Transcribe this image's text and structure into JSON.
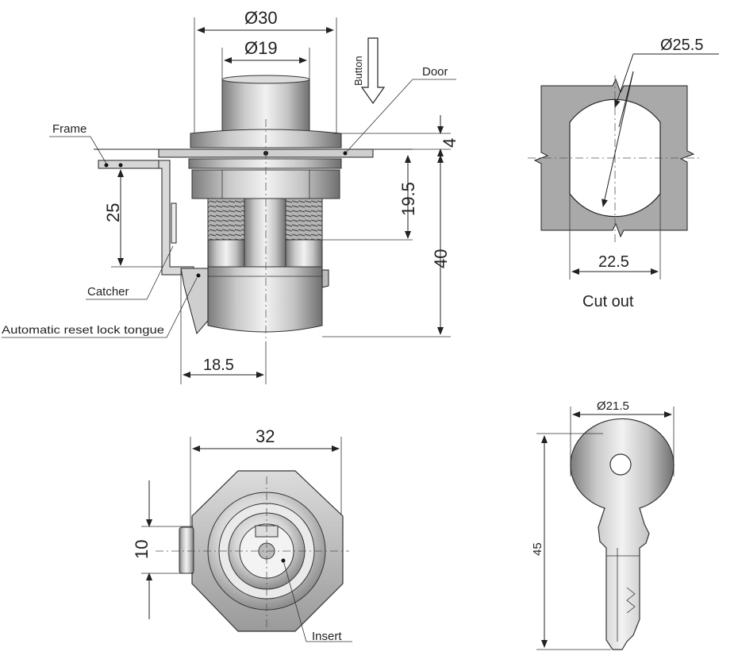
{
  "dimensions": {
    "outer_diameter": "Ø30",
    "inner_diameter": "Ø19",
    "door_thickness": "4",
    "thread_length": "19.5",
    "body_height": "40",
    "frame_distance": "25",
    "tongue_offset": "18.5",
    "cutout_diameter": "Ø25.5",
    "cutout_width": "22.5",
    "front_width": "32",
    "front_slot": "10",
    "key_bow_diameter": "Ø21.5",
    "key_length": "45"
  },
  "labels": {
    "button": "Button",
    "door": "Door",
    "frame": "Frame",
    "catcher": "Catcher",
    "tongue": "Automatic reset lock tongue",
    "cutout": "Cut out",
    "insert": "Insert"
  },
  "colors": {
    "line": "#222222",
    "panel": "#a9a9a9",
    "metal_light": "#e6e6e6",
    "metal_dark": "#8c8c8c"
  }
}
